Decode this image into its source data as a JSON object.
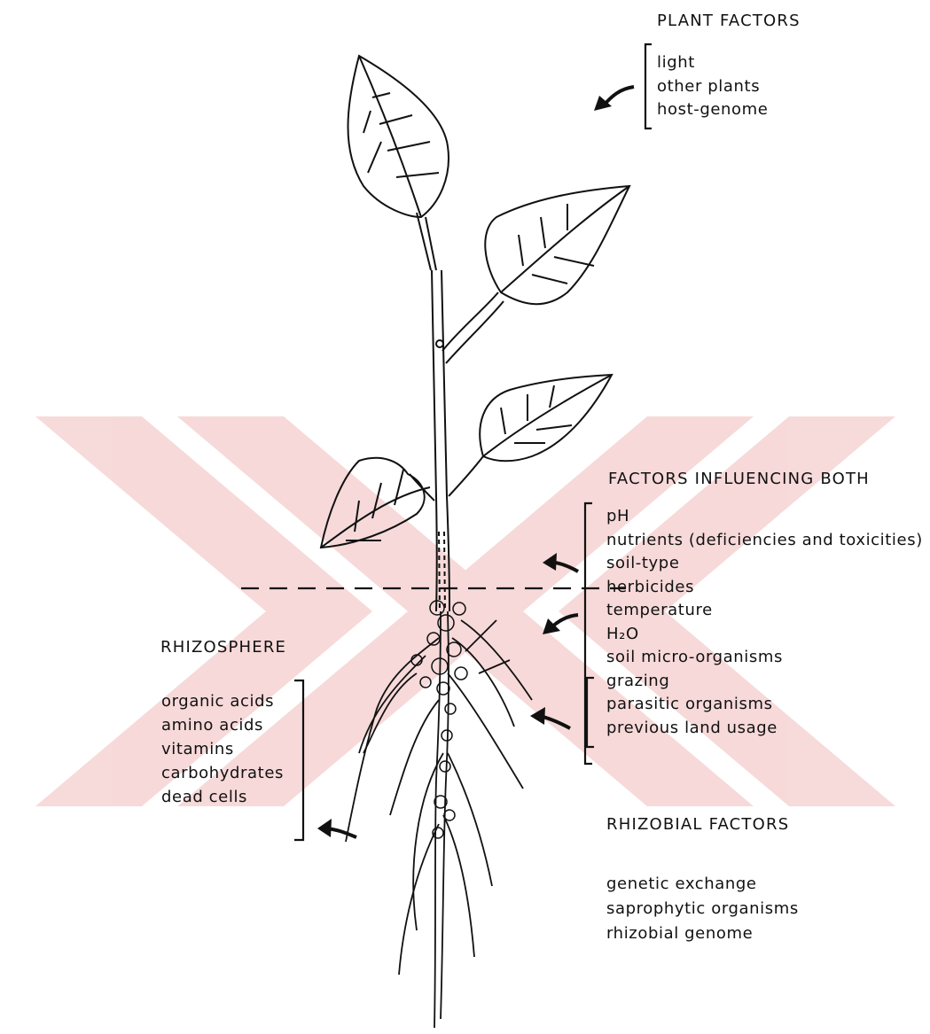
{
  "plant_factors": {
    "title": "PLANT FACTORS",
    "items": [
      "light",
      "other plants",
      "host-genome"
    ]
  },
  "both_factors": {
    "title": "FACTORS INFLUENCING BOTH",
    "items": [
      "pH",
      "nutrients (deficiencies and toxicities)",
      "soil-type",
      "herbicides",
      "temperature",
      "H₂O",
      "soil micro-organisms",
      "grazing",
      "parasitic organisms",
      "previous land usage"
    ]
  },
  "rhizosphere": {
    "title": "RHIZOSPHERE",
    "items": [
      "organic acids",
      "amino acids",
      "vitamins",
      "carbohydrates",
      "dead cells"
    ]
  },
  "rhizobial_factors": {
    "title": "RHIZOBIAL FACTORS",
    "items": [
      "genetic exchange",
      "saprophytic organisms",
      "rhizobial genome"
    ]
  },
  "colors": {
    "ink": "#111111",
    "watermark": "#f3c9c9"
  }
}
